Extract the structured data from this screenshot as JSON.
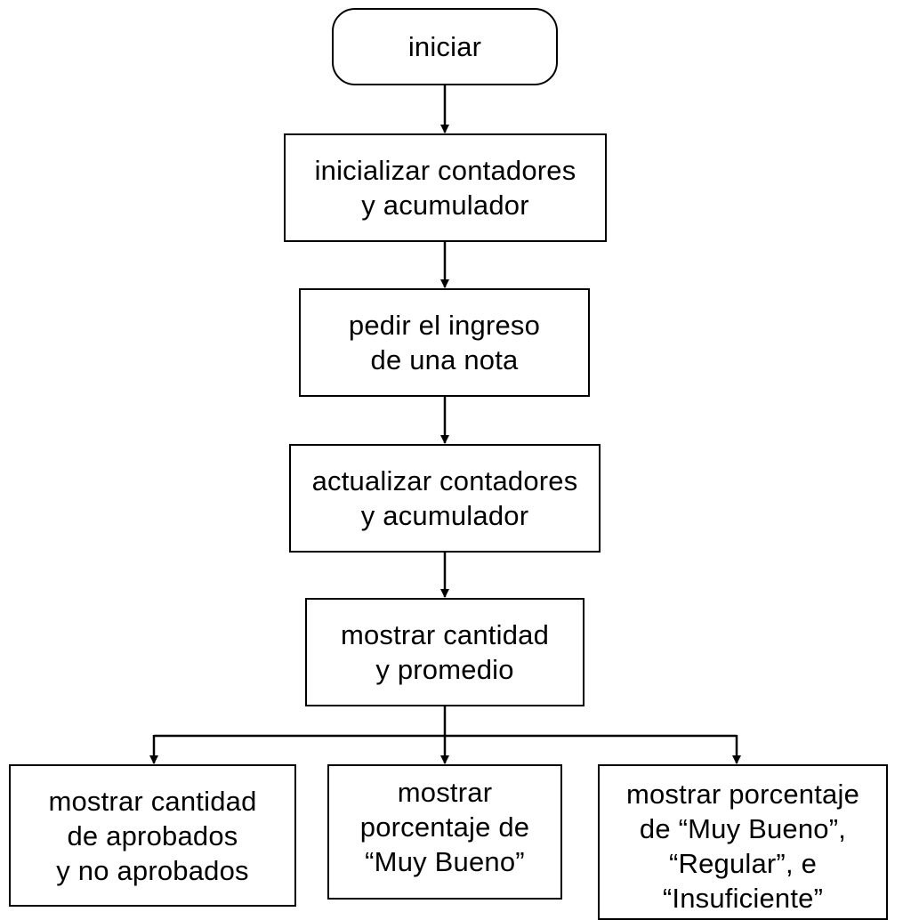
{
  "diagram": {
    "nodes": [
      {
        "id": "start",
        "shape": "terminal",
        "text": "iniciar"
      },
      {
        "id": "init",
        "shape": "process",
        "text": "inicializar contadores\ny acumulador"
      },
      {
        "id": "ask",
        "shape": "process",
        "text": "pedir el ingreso\nde una nota"
      },
      {
        "id": "update",
        "shape": "process",
        "text": "actualizar contadores\ny acumulador"
      },
      {
        "id": "show",
        "shape": "process",
        "text": "mostrar cantidad\ny promedio"
      },
      {
        "id": "left",
        "shape": "process",
        "text": "mostrar cantidad\nde aprobados\ny no aprobados"
      },
      {
        "id": "mid",
        "shape": "process",
        "text": "mostrar\nporcentaje de\n“Muy Bueno”"
      },
      {
        "id": "right",
        "shape": "process",
        "text": "mostrar porcentaje\nde “Muy Bueno”,\n“Regular”, e\n“Insuficiente”"
      }
    ],
    "edges": [
      {
        "from": "start",
        "to": "init"
      },
      {
        "from": "init",
        "to": "ask"
      },
      {
        "from": "ask",
        "to": "update"
      },
      {
        "from": "update",
        "to": "show"
      },
      {
        "from": "show",
        "to": "left"
      },
      {
        "from": "show",
        "to": "mid"
      },
      {
        "from": "show",
        "to": "right"
      }
    ],
    "colors": {
      "stroke": "#000000",
      "fill": "#ffffff",
      "text": "#000000"
    }
  }
}
